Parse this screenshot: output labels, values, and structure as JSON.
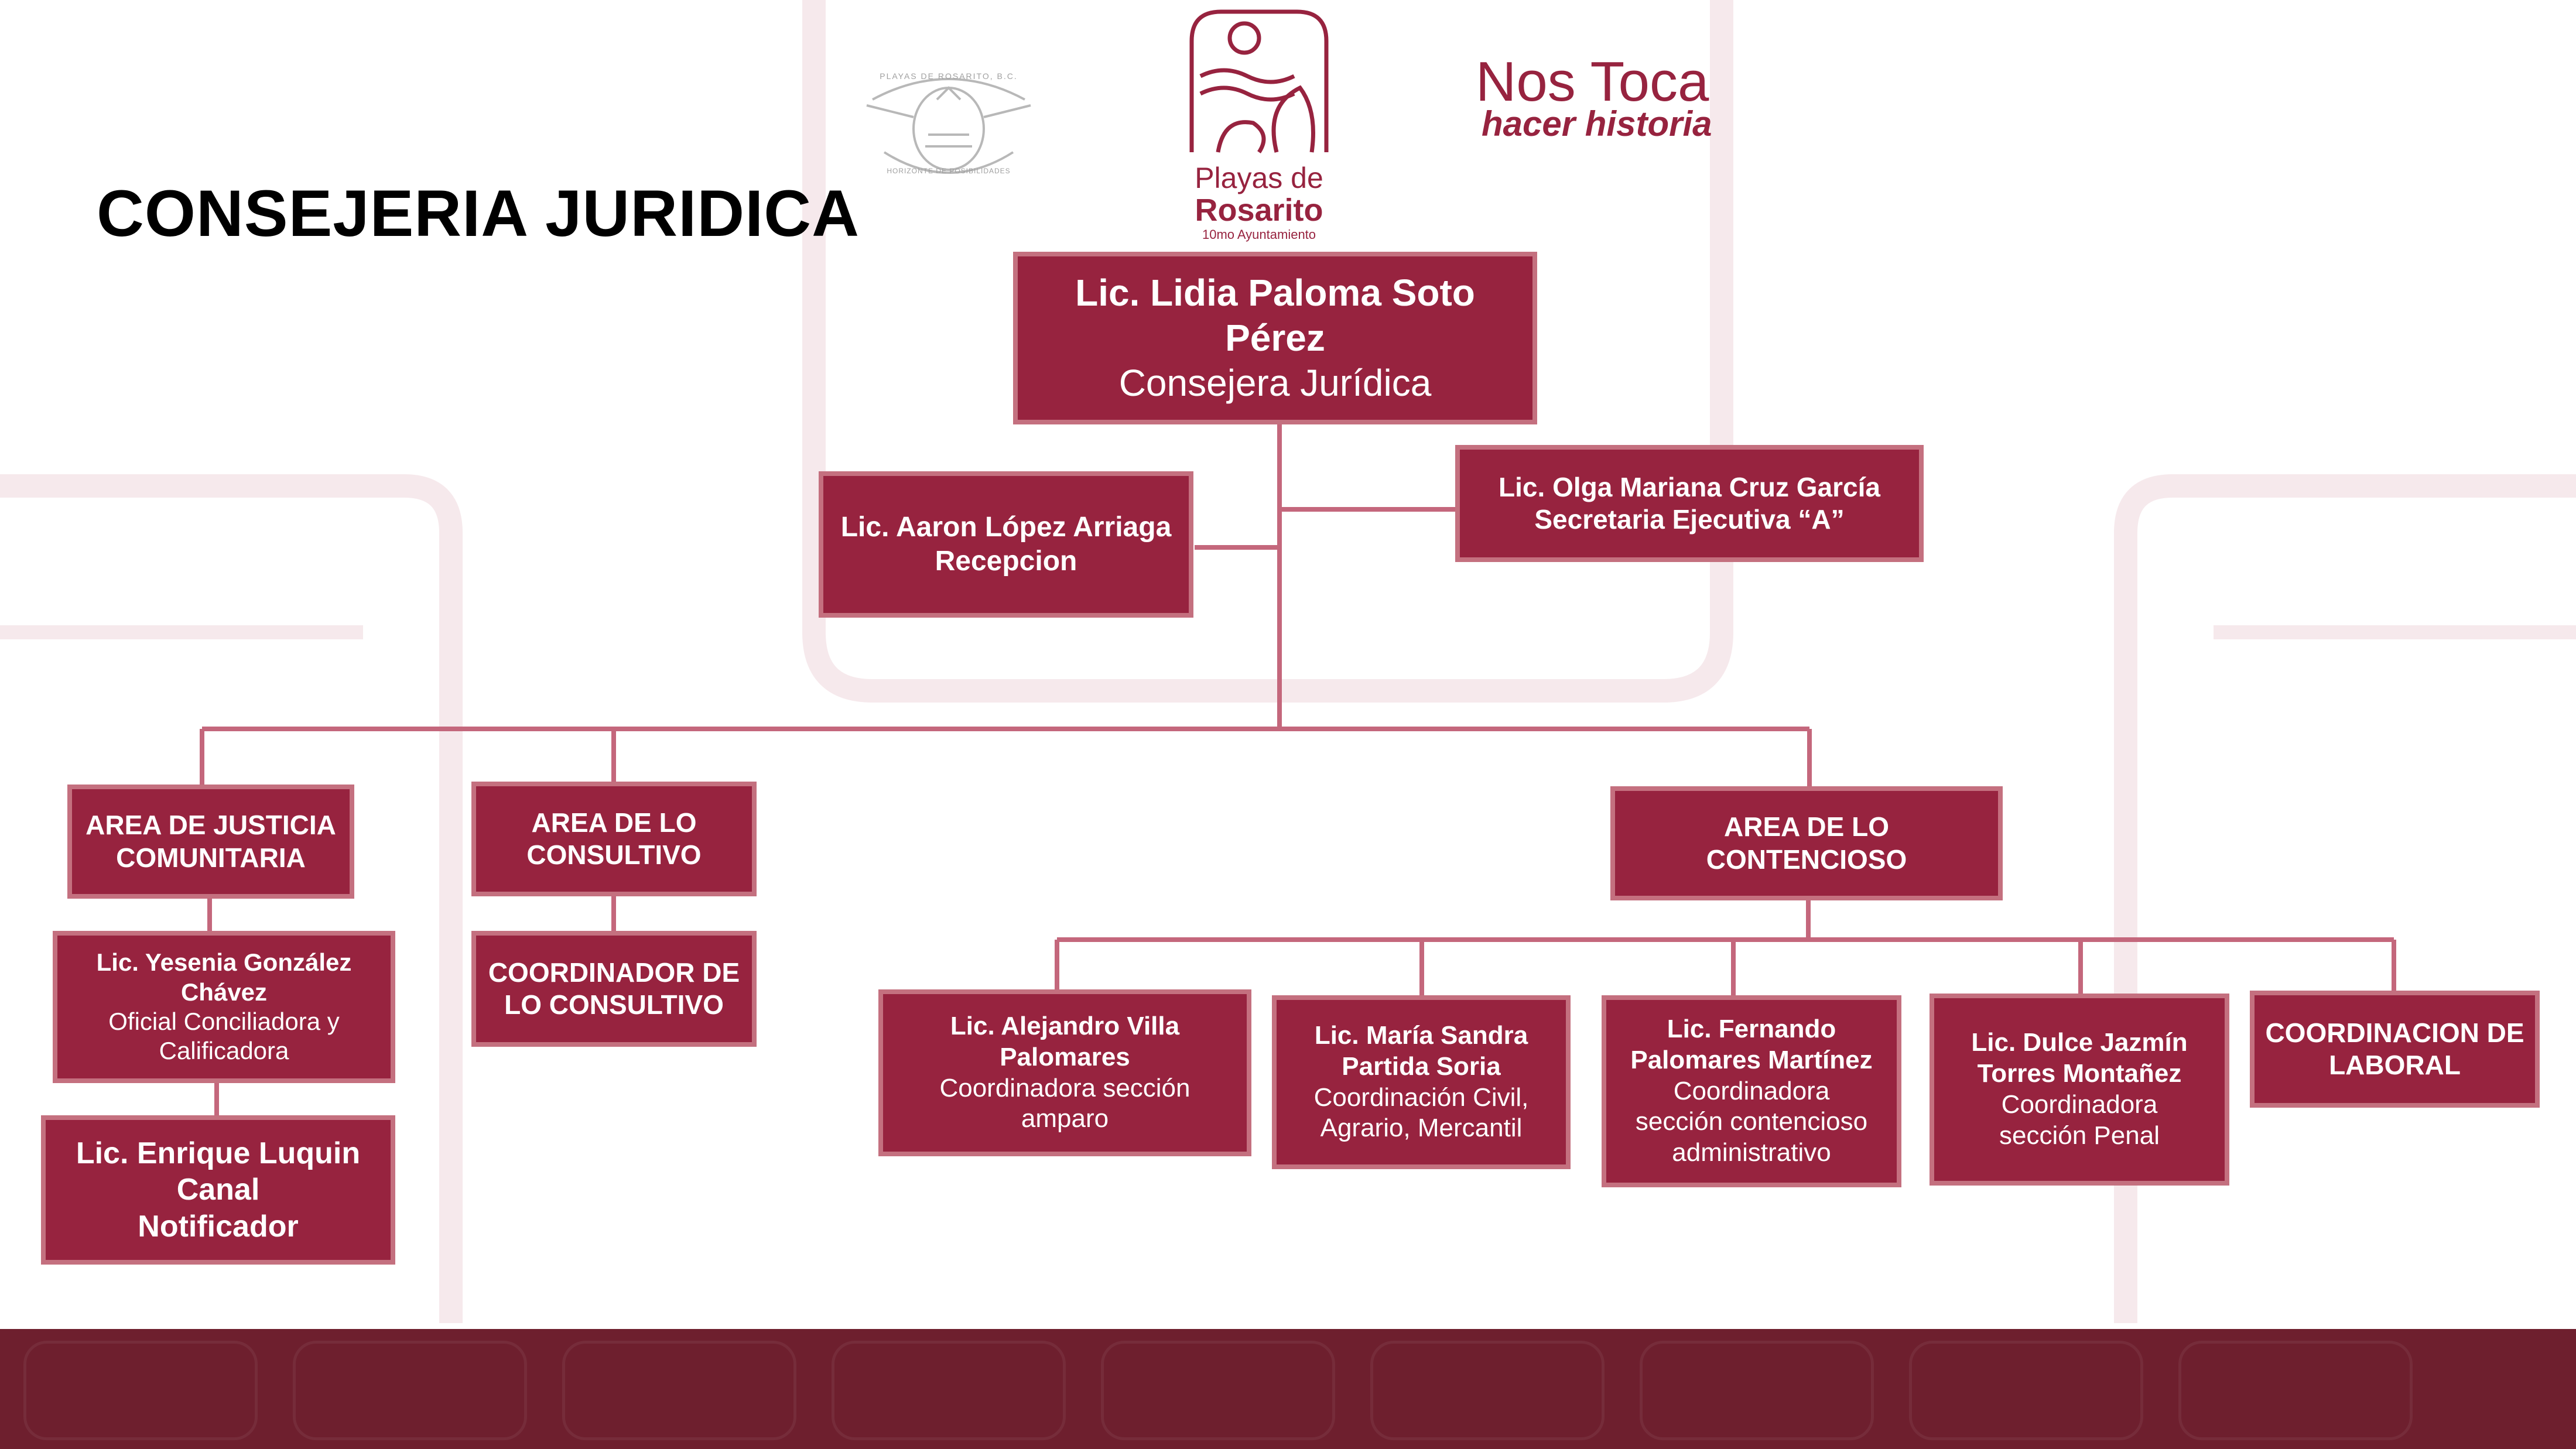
{
  "title": "CONSEJERIA JURIDICA",
  "logos": {
    "seal_text": "PLAYAS DE ROSARITO, B.C.",
    "seal_motto": "HORIZONTE DE POSIBILIDADES",
    "city_line1": "Playas de",
    "city_line2": "Rosarito",
    "city_line3": "10mo Ayuntamiento",
    "slogan_line1": "Nos Toca",
    "slogan_line2": "hacer historia"
  },
  "nodes": {
    "head": {
      "line1": "Lic. Lidia Paloma Soto\nPérez",
      "line2": "Consejera Jurídica"
    },
    "reception": {
      "line1": "Lic. Aaron López  Arriaga\nRecepcion"
    },
    "secretary": {
      "line1": "Lic. Olga Mariana Cruz García\nSecretaria Ejecutiva “A”"
    },
    "justice_area": {
      "line1": "AREA DE JUSTICIA\nCOMUNITARIA"
    },
    "consultivo_area": {
      "line1": "AREA DE LO\nCONSULTIVO"
    },
    "contencioso_area": {
      "line1": "AREA DE LO CONTENCIOSO"
    },
    "yesenia": {
      "line1": "Lic. Yesenia González\nChávez",
      "line2": "Oficial Conciliadora y\nCalificadora"
    },
    "enrique": {
      "line1": "Lic. Enrique Luquin\nCanal\nNotificador"
    },
    "coord_consultivo": {
      "line1": "COORDINADOR DE\nLO CONSULTIVO"
    },
    "alejandro": {
      "line1": "Lic. Alejandro Villa\nPalomares",
      "line2": "Coordinadora sección\namparo"
    },
    "maria": {
      "line1": "Lic. María Sandra\nPartida Soria",
      "line2": "Coordinación Civil,\nAgrario, Mercantil"
    },
    "fernando": {
      "line1": "Lic. Fernando\nPalomares Martínez",
      "line2": "Coordinadora\nsección contencioso\nadministrativo"
    },
    "dulce": {
      "line1": "Lic. Dulce Jazmín\nTorres Montañez",
      "line2": "Coordinadora\nsección Penal"
    },
    "laboral": {
      "line1": "COORDINACION DE\nLABORAL"
    }
  },
  "colors": {
    "box_fill": "#97233f",
    "box_border": "#c4707f",
    "connector": "#c4677c",
    "footer": "#6e1f2e",
    "title": "#000000"
  }
}
